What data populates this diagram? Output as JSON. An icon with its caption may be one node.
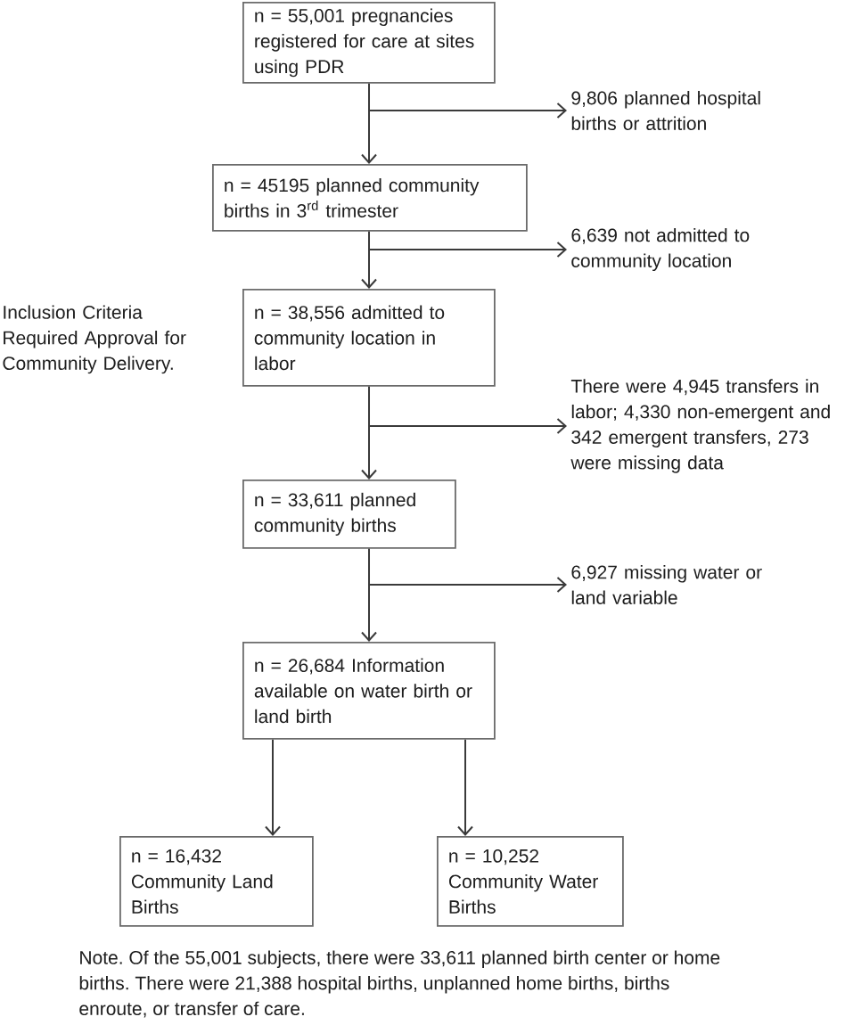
{
  "diagram": {
    "caption": "Note. Of the 55,001 subjects, there were 33,611 planned birth center or home births. There were 21,388 hospital births, unplanned home births, births enroute, or transfer of care.",
    "nodes": [
      {
        "text": [
          "n = 55,001 pregnancies registered for care at sites using PDR"
        ]
      },
      {
        "text": [
          "9,806 planned hospital births or attrition"
        ]
      },
      {
        "text": [
          "n = 45195 planned community births in 3$^{rd}$ trimester"
        ]
      },
      {
        "text": [
          "6,639 not admitted to community location"
        ]
      },
      {
        "text": [
          "n = 38,556 admitted to community location in labor"
        ]
      },
      {
        "text": [
          "There were 4,945 transfers in labor; 4,330 non-emergent and 342 emergent transfers, 273 were missing data"
        ]
      },
      {
        "text": [
          "n = 33,611 planned community births"
        ]
      },
      {
        "text": [
          "6,927 missing water or land variable"
        ]
      },
      {
        "text": [
          "n = 26,684 Information available on water birth or land birth"
        ]
      },
      {
        "text": [
          "n = 16,432 Community Land Births"
        ]
      },
      {
        "text": [
          "n = 10,252 Community Water Births"
        ]
      }
    ],
    "edges": [
      {
        "from": 0,
        "to": 2,
        "arrow": "to"
      },
      {
        "from": 0,
        "to": 1,
        "arrow": "to"
      },
      {
        "from": 2,
        "to": 4,
        "arrow": "to"
      },
      {
        "from": 2,
        "to": 3,
        "arrow": "to"
      },
      {
        "from": 4,
        "to": 6,
        "arrow": "to"
      },
      {
        "from": 4,
        "to": 5,
        "arrow": "to"
      },
      {
        "from": 6,
        "to": 8,
        "arrow": "to"
      },
      {
        "from": 6,
        "to": 7,
        "arrow": "to"
      },
      {
        "from": 8,
        "to": 9,
        "arrow": "to"
      },
      {
        "from": 8,
        "to": 10,
        "arrow": "to"
      }
    ],
    "labels": [
      "Inclusion Criteria Required Approval for Community Delivery."
    ]
  }
}
